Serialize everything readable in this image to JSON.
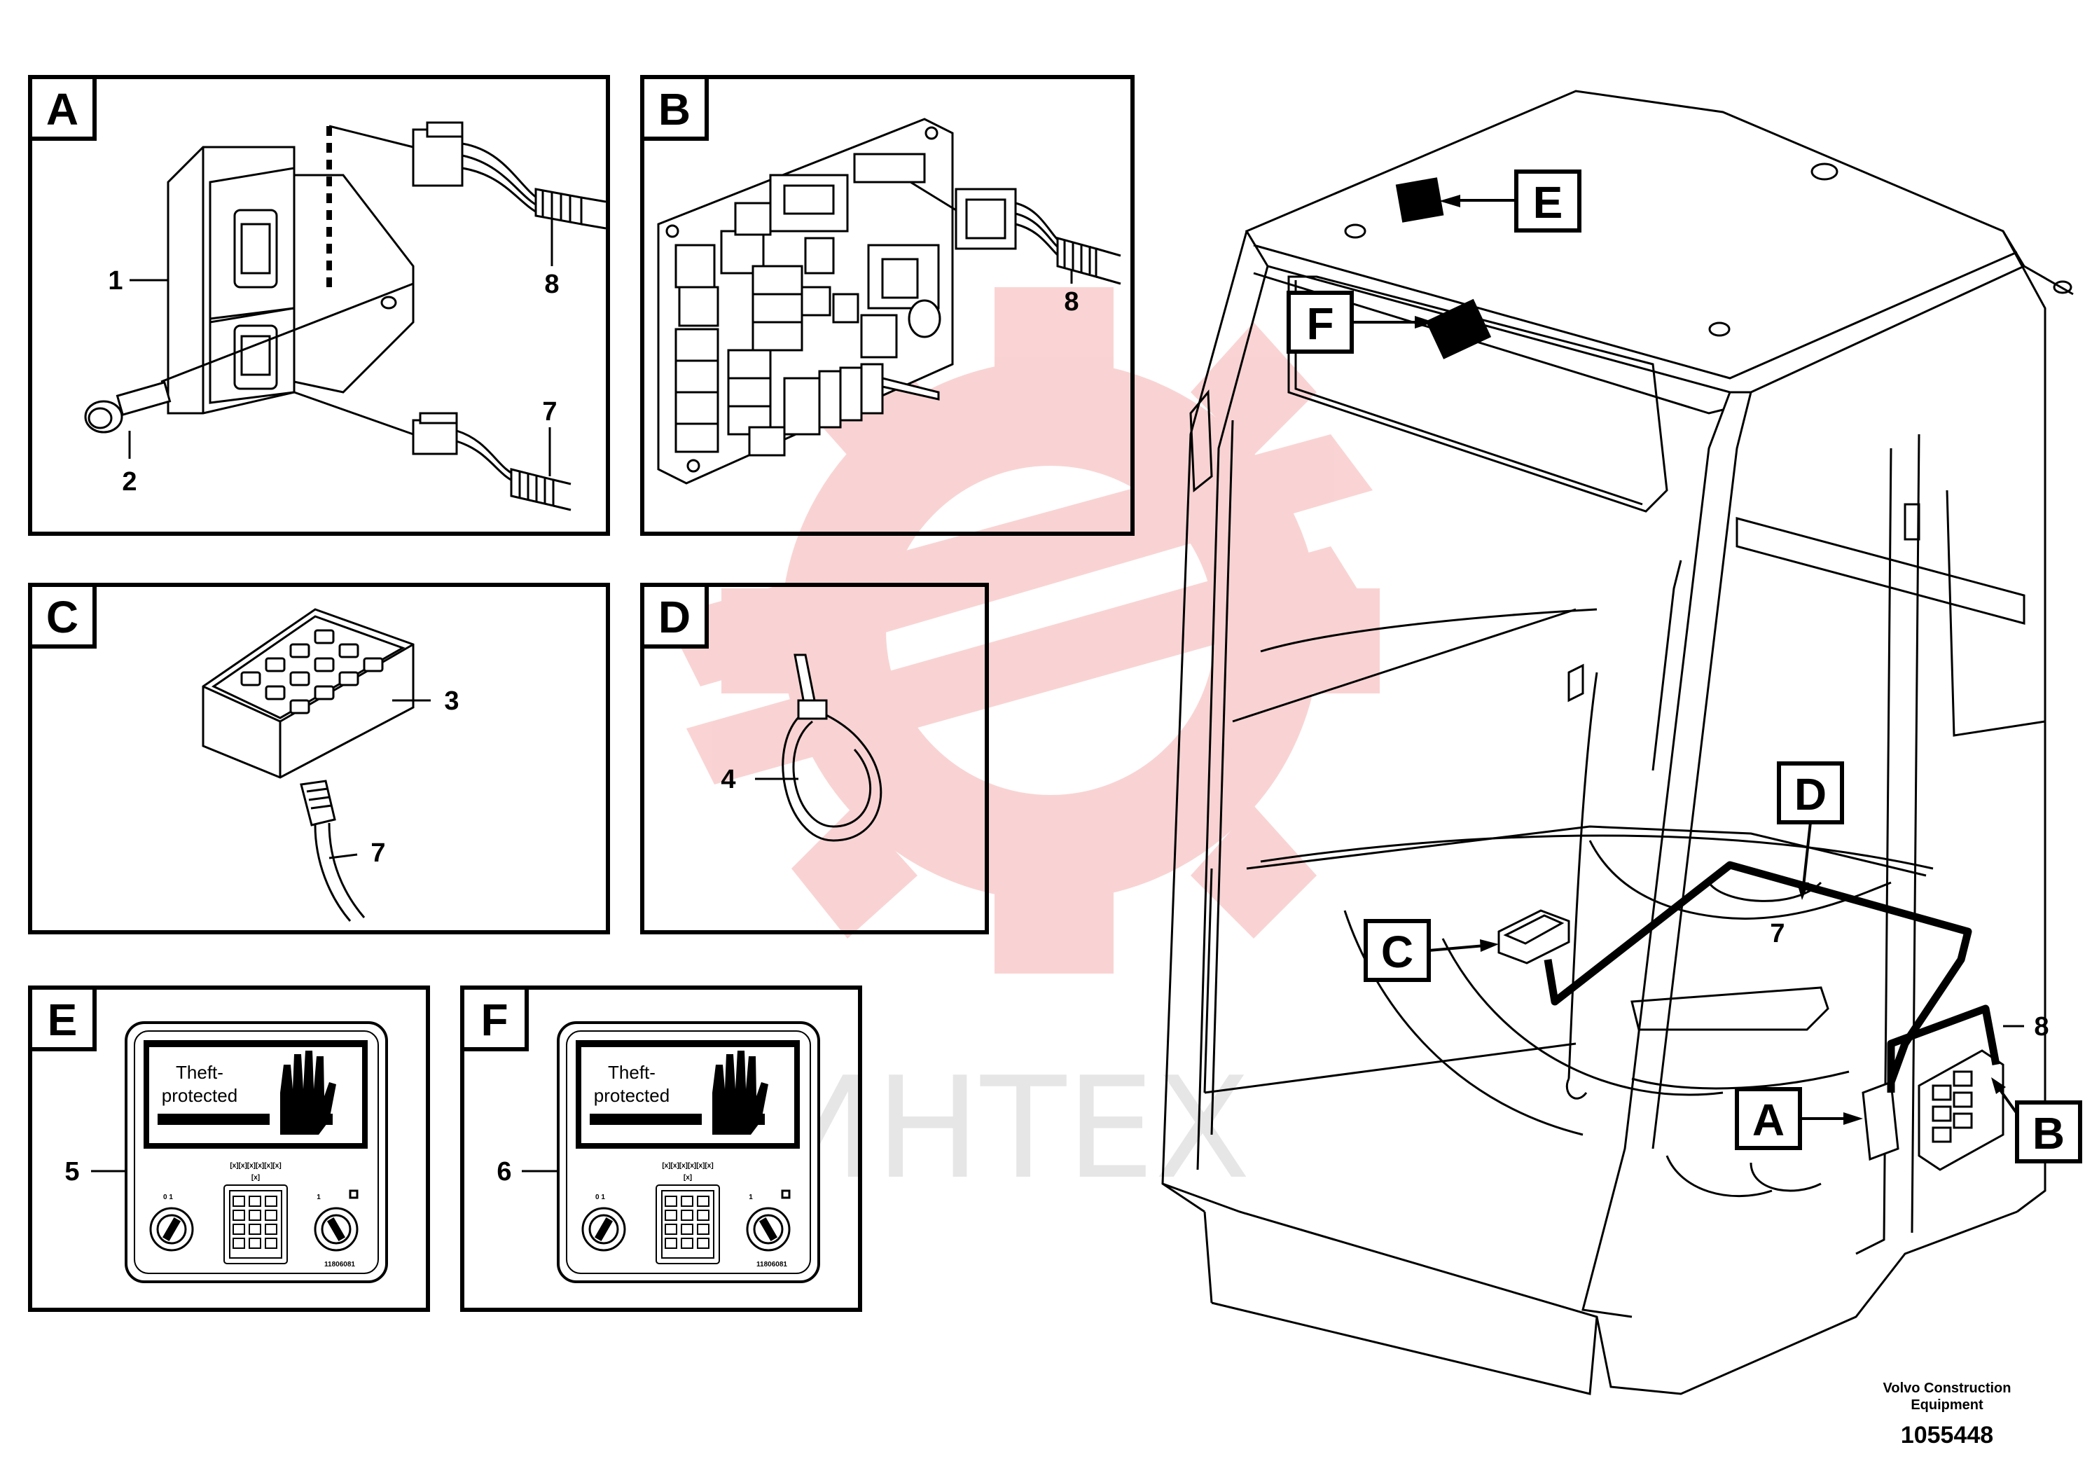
{
  "panels": {
    "A": {
      "letter": "A",
      "callouts": {
        "housing": "1",
        "bolt": "2",
        "harness_top": "8",
        "harness_bottom": "7"
      }
    },
    "B": {
      "letter": "B",
      "callouts": {
        "harness": "8"
      }
    },
    "C": {
      "letter": "C",
      "callouts": {
        "keypad": "3",
        "cable": "7"
      }
    },
    "D": {
      "letter": "D",
      "callouts": {
        "cable_tie": "4"
      }
    },
    "E": {
      "letter": "E",
      "callouts": {
        "decal": "5"
      },
      "decal": {
        "line1": "Theft-",
        "line2": "protected",
        "code_row": "[x][x][x][x][x][x]",
        "code_small": "[x]",
        "part_no": "11806081",
        "left_key_marks": "0  1",
        "right_key_mark": "1"
      }
    },
    "F": {
      "letter": "F",
      "callouts": {
        "decal": "6"
      },
      "decal": {
        "line1": "Theft-",
        "line2": "protected",
        "code_row": "[x][x][x][x][x][x]",
        "code_small": "[x]",
        "part_no": "11806081",
        "left_key_marks": "0  1",
        "right_key_mark": "1"
      }
    }
  },
  "cab": {
    "labels": {
      "E": "E",
      "F": "F",
      "D": "D",
      "C": "C",
      "A": "A",
      "B": "B"
    },
    "callouts": {
      "cable": "7",
      "harness": "8"
    }
  },
  "watermark": {
    "text": "ИНТЕХ"
  },
  "credit": {
    "line1": "Volvo Construction",
    "line2": "Equipment",
    "doc_number": "1055448"
  },
  "colors": {
    "ink": "#000000",
    "watermark": "#f0a0a0",
    "watermark_text": "#e6e6e6"
  }
}
